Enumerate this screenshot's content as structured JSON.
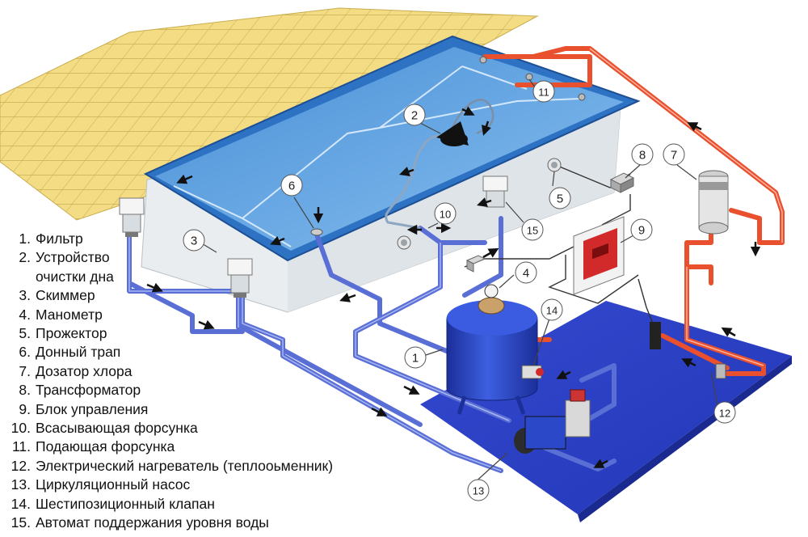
{
  "legend": [
    {
      "num": "1.",
      "label": "Фильтр"
    },
    {
      "num": "2.",
      "label": "Устройство",
      "label_cont": "очистки дна"
    },
    {
      "num": "3.",
      "label": "Скиммер"
    },
    {
      "num": "4.",
      "label": "Манометр"
    },
    {
      "num": "5.",
      "label": "Прожектор"
    },
    {
      "num": "6.",
      "label": "Донный трап"
    },
    {
      "num": "7.",
      "label": "Дозатор хлора"
    },
    {
      "num": "8.",
      "label": "Трансформатор"
    },
    {
      "num": "9.",
      "label": "Блок управления"
    },
    {
      "num": "10.",
      "label": "Всасывающая форсунка"
    },
    {
      "num": "11.",
      "label": "Подающая форсунка"
    },
    {
      "num": "12.",
      "label": "Электрический нагреватель (теплооьменник)"
    },
    {
      "num": "13.",
      "label": "Циркуляционный насос"
    },
    {
      "num": "14.",
      "label": "Шестипозиционный клапан"
    },
    {
      "num": "15.",
      "label": "Автомат поддержания уровня воды"
    }
  ],
  "callouts": [
    "1",
    "2",
    "3",
    "4",
    "5",
    "6",
    "7",
    "8",
    "9",
    "10",
    "11",
    "12",
    "13",
    "14",
    "15"
  ],
  "colors": {
    "tile": "#f3dc84",
    "tile_grout": "#c9ad4f",
    "water": "#5f9fdc",
    "water_light": "#9cc8f0",
    "pool_wall": "#e9edf0",
    "platform": "#2f43c8",
    "return_pipe": "#e8502e",
    "suction_pipe": "#5a6fd6",
    "filter_tank": "#2b48c9"
  },
  "icons": [
    "arrow-icon",
    "skimmer-icon",
    "nozzle-icon",
    "spotlight-icon",
    "manometer-icon",
    "pump-icon"
  ]
}
